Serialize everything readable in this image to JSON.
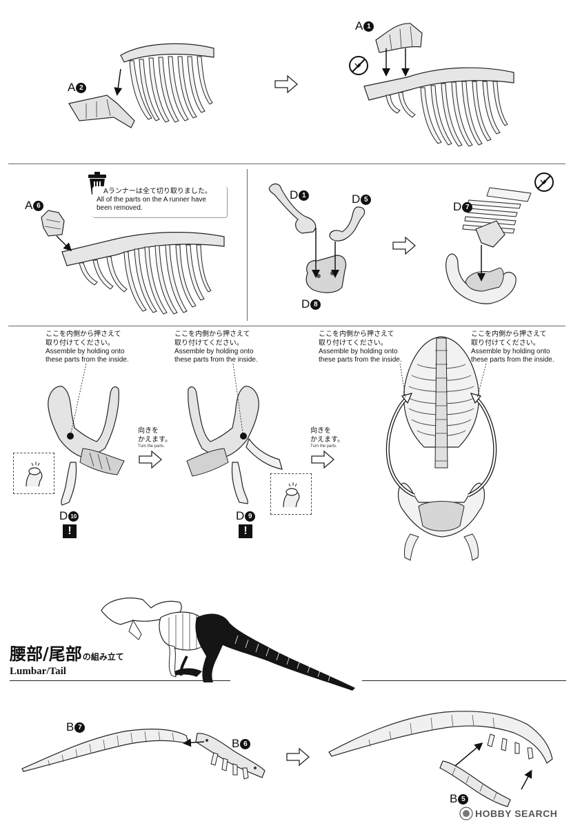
{
  "step1": {
    "label_a2_letter": "A",
    "label_a2_num": "2",
    "label_a1_letter": "A",
    "label_a1_num": "1"
  },
  "step2": {
    "label_a6_letter": "A",
    "label_a6_num": "6",
    "note_jp": "Aランナーは全て切り取りました。",
    "note_en_1": "All of the parts on the A runner have",
    "note_en_2": "been removed.",
    "label_d1_letter": "D",
    "label_d1_num": "1",
    "label_d5_letter": "D",
    "label_d5_num": "5",
    "label_d8_letter": "D",
    "label_d8_num": "8",
    "label_d7_letter": "D",
    "label_d7_num": "7"
  },
  "step3": {
    "hold_jp_1": "ここを内側から押さえて",
    "hold_jp_2": "取り付けてください。",
    "hold_en_1": "Assemble by holding onto",
    "hold_en_2": "these parts from the inside.",
    "turn_jp_1": "向きを",
    "turn_jp_2": "かえます。",
    "turn_en": "Turn the parts.",
    "label_d10_letter": "D",
    "label_d10_num": "10",
    "label_d9_letter": "D",
    "label_d9_num": "9",
    "warn_symbol": "!"
  },
  "section": {
    "title_jp_main": "腰部/尾部",
    "title_jp_sub": "の組み立て",
    "title_en": "Lumbar/Tail"
  },
  "step4": {
    "label_b7_letter": "B",
    "label_b7_num": "7",
    "label_b6_letter": "B",
    "label_b6_num": "6",
    "label_b5_letter": "B",
    "label_b5_num": "5"
  },
  "watermark": {
    "brand": "HOBBY SEARCH"
  },
  "colors": {
    "part_fill": "#ececec",
    "part_shade": "#cfcfcf",
    "ink": "#1a1a1a",
    "silhouette": "#151515"
  }
}
